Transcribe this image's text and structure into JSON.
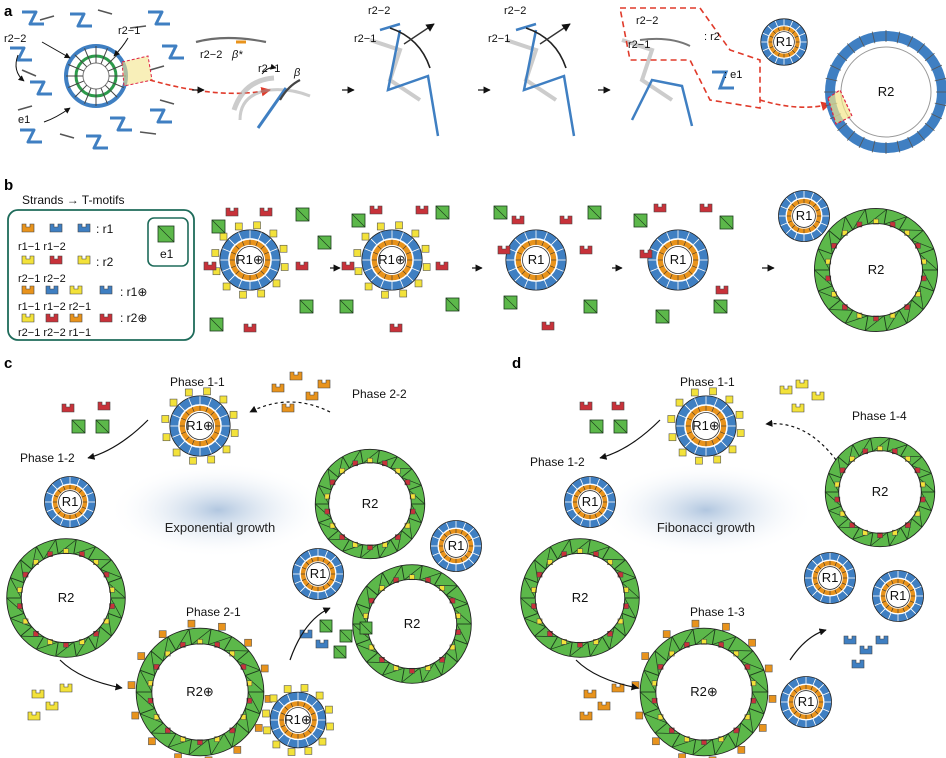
{
  "panels": {
    "a": {
      "letter": "a",
      "strand_labels": [
        "r2−2",
        "r2−1",
        "e1"
      ],
      "detail_labels": [
        "r2−2",
        "β*",
        "r2−1",
        "β",
        "r2−2",
        "r2−1",
        "r2−2",
        "r2−1",
        "r2−2",
        "r2−1",
        ": r2",
        ": e1"
      ],
      "ring_labels": [
        "R1",
        "R2"
      ]
    },
    "b": {
      "letter": "b",
      "legend_title": "Strands → T-motifs",
      "legend_rows": [
        {
          "text": ": r1"
        },
        {
          "sub": "r1−1   r1−2",
          "text": ": r2"
        },
        {
          "sub": "r2−1   r2−2",
          "text": ": r1⊕"
        },
        {
          "sub": "r1−1   r1−2   r2−1",
          "text": ": r2⊕"
        },
        {
          "sub": "r2−1   r2−2   r1−1",
          "text": ""
        }
      ],
      "e1_label": "e1",
      "ring_labels": [
        "R1⊕",
        "R1⊕",
        "R1",
        "R1",
        "R1",
        "R2"
      ]
    },
    "c": {
      "letter": "c",
      "phases": [
        "Phase 1-1",
        "Phase 2-2",
        "Phase 1-2",
        "Phase 2-1"
      ],
      "growth_label": "Exponential growth",
      "ring_labels": [
        "R1⊕",
        "R1",
        "R2",
        "R2",
        "R1",
        "R1",
        "R2",
        "R2⊕",
        "R1⊕"
      ]
    },
    "d": {
      "letter": "d",
      "phases": [
        "Phase 1-1",
        "Phase 1-4",
        "Phase 1-2",
        "Phase 1-3"
      ],
      "growth_label": "Fibonacci growth",
      "ring_labels": [
        "R1⊕",
        "R1",
        "R2",
        "R2",
        "R1",
        "R1",
        "R2⊕",
        "R1"
      ]
    }
  },
  "colors": {
    "orange": "#e8931c",
    "blue": "#3f7fc2",
    "green": "#5cb84a",
    "yellow": "#f3e23a",
    "red": "#c8323a",
    "frame": "#1e6b5a",
    "arrow_red": "#e03a2a"
  }
}
